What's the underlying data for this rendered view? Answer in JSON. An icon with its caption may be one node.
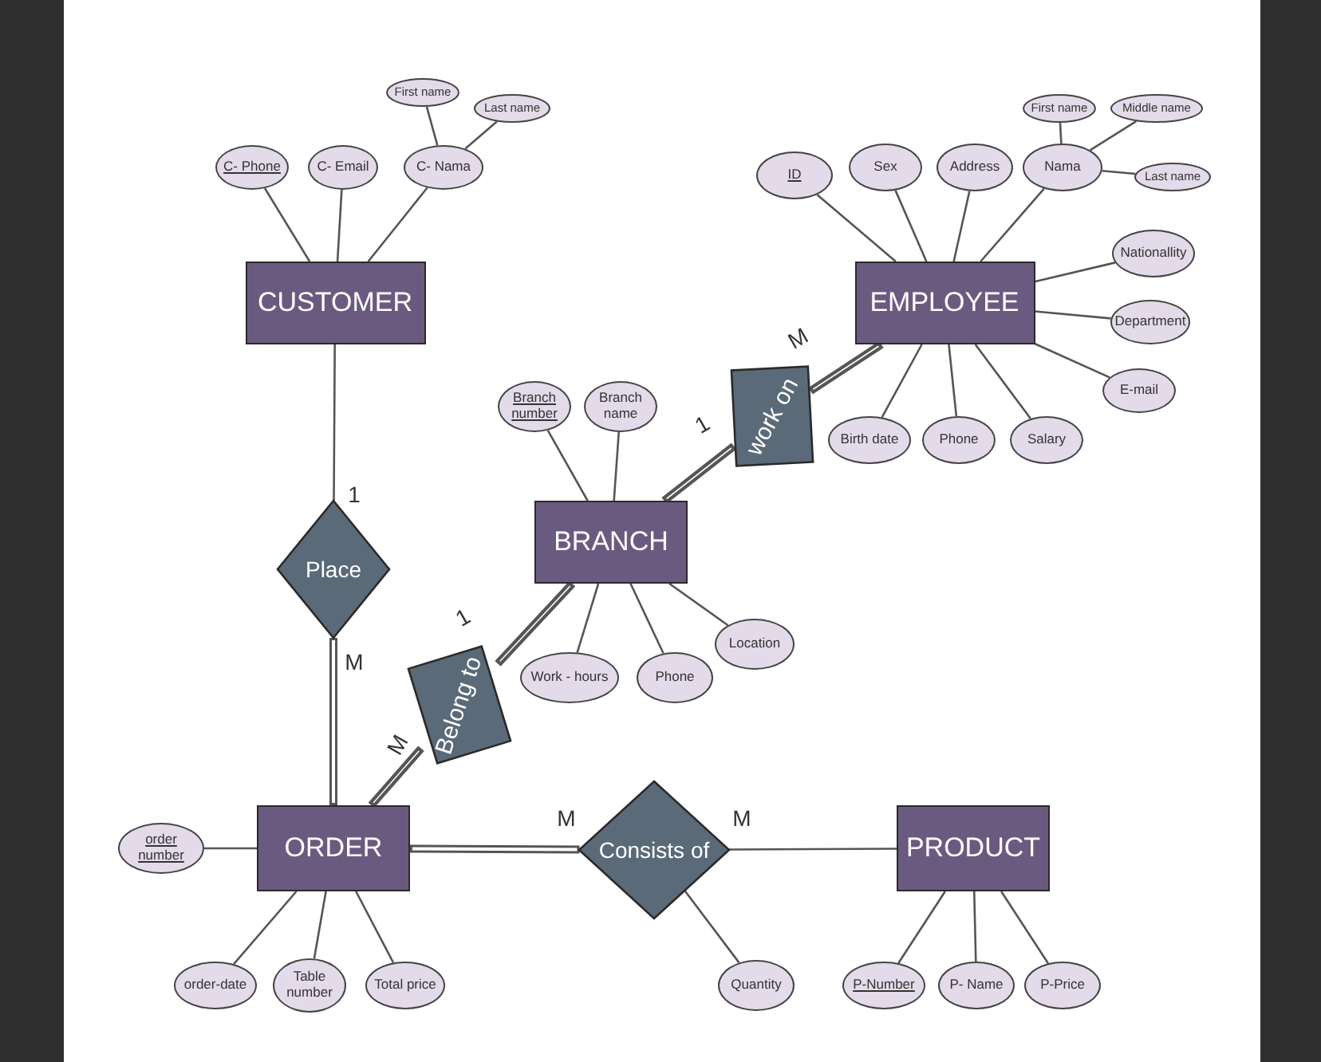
{
  "diagram": {
    "nodes": [
      {
        "text": [
          "CUSTOMER"
        ]
      },
      {
        "text": [
          "C- Phone"
        ]
      },
      {
        "text": [
          "C- Email"
        ]
      },
      {
        "text": [
          "C- Nama"
        ]
      },
      {
        "text": [
          "First name"
        ]
      },
      {
        "text": [
          "Last name"
        ]
      },
      {
        "text": [
          "EMPLOYEE"
        ]
      },
      {
        "text": [
          "ID"
        ]
      },
      {
        "text": [
          "Sex"
        ]
      },
      {
        "text": [
          "Address"
        ]
      },
      {
        "text": [
          "Nama"
        ]
      },
      {
        "text": [
          "First name"
        ]
      },
      {
        "text": [
          "Middle name"
        ]
      },
      {
        "text": [
          "Last name"
        ]
      },
      {
        "text": [
          "Nationallity"
        ]
      },
      {
        "text": [
          "Department"
        ]
      },
      {
        "text": [
          "E-mail"
        ]
      },
      {
        "text": [
          "Birth date"
        ]
      },
      {
        "text": [
          "Phone"
        ]
      },
      {
        "text": [
          "Salary"
        ]
      },
      {
        "text": [
          "work on"
        ]
      },
      {
        "text": [
          "BRANCH"
        ]
      },
      {
        "text": [
          "Branch number"
        ]
      },
      {
        "text": [
          "Branch name"
        ]
      },
      {
        "text": [
          "Work - hours"
        ]
      },
      {
        "text": [
          "Phone"
        ]
      },
      {
        "text": [
          "Location"
        ]
      },
      {
        "text": [
          "Place"
        ]
      },
      {
        "text": [
          "Belong to"
        ]
      },
      {
        "text": [
          "ORDER"
        ]
      },
      {
        "text": [
          "order number"
        ]
      },
      {
        "text": [
          "order-date"
        ]
      },
      {
        "text": [
          "Table number"
        ]
      },
      {
        "text": [
          "Total price"
        ]
      },
      {
        "text": [
          "Consists of"
        ]
      },
      {
        "text": [
          "PRODUCT"
        ]
      },
      {
        "text": [
          "Quantity"
        ]
      },
      {
        "text": [
          "P-Number"
        ]
      },
      {
        "text": [
          "P- Name"
        ]
      },
      {
        "text": [
          "P-Price"
        ]
      }
    ],
    "edges": [
      {
        "from": 1,
        "to": 0,
        "arrow": "none"
      },
      {
        "from": 2,
        "to": 0,
        "arrow": "none"
      },
      {
        "from": 3,
        "to": 0,
        "arrow": "none"
      },
      {
        "from": 4,
        "to": 3,
        "arrow": "none"
      },
      {
        "from": 5,
        "to": 3,
        "arrow": "none"
      },
      {
        "from": 7,
        "to": 6,
        "arrow": "none"
      },
      {
        "from": 8,
        "to": 6,
        "arrow": "none"
      },
      {
        "from": 9,
        "to": 6,
        "arrow": "none"
      },
      {
        "from": 10,
        "to": 6,
        "arrow": "none"
      },
      {
        "from": 11,
        "to": 10,
        "arrow": "none"
      },
      {
        "from": 12,
        "to": 10,
        "arrow": "none"
      },
      {
        "from": 13,
        "to": 10,
        "arrow": "none"
      },
      {
        "from": 14,
        "to": 6,
        "arrow": "none"
      },
      {
        "from": 15,
        "to": 6,
        "arrow": "none"
      },
      {
        "from": 16,
        "to": 6,
        "arrow": "none"
      },
      {
        "from": 17,
        "to": 6,
        "arrow": "none"
      },
      {
        "from": 18,
        "to": 6,
        "arrow": "none"
      },
      {
        "from": 19,
        "to": 6,
        "arrow": "none"
      },
      {
        "from": 21,
        "to": 20,
        "arrow": "none",
        "style": "thick"
      },
      {
        "from": 20,
        "to": 6,
        "arrow": "none",
        "style": "thick"
      },
      {
        "from": 22,
        "to": 21,
        "arrow": "none"
      },
      {
        "from": 23,
        "to": 21,
        "arrow": "none"
      },
      {
        "from": 24,
        "to": 21,
        "arrow": "none"
      },
      {
        "from": 25,
        "to": 21,
        "arrow": "none"
      },
      {
        "from": 26,
        "to": 21,
        "arrow": "none"
      },
      {
        "from": 0,
        "to": 27,
        "arrow": "none"
      },
      {
        "from": 27,
        "to": 29,
        "arrow": "none",
        "style": "thick"
      },
      {
        "from": 29,
        "to": 28,
        "arrow": "none",
        "style": "thick"
      },
      {
        "from": 28,
        "to": 21,
        "arrow": "none",
        "style": "thick"
      },
      {
        "from": 30,
        "to": 29,
        "arrow": "none"
      },
      {
        "from": 31,
        "to": 29,
        "arrow": "none"
      },
      {
        "from": 32,
        "to": 29,
        "arrow": "none"
      },
      {
        "from": 33,
        "to": 29,
        "arrow": "none"
      },
      {
        "from": 29,
        "to": 34,
        "arrow": "none",
        "style": "thick"
      },
      {
        "from": 34,
        "to": 35,
        "arrow": "none"
      },
      {
        "from": 36,
        "to": 34,
        "arrow": "none"
      },
      {
        "from": 37,
        "to": 35,
        "arrow": "none"
      },
      {
        "from": 38,
        "to": 35,
        "arrow": "none"
      },
      {
        "from": 39,
        "to": 35,
        "arrow": "none"
      }
    ],
    "labels": [
      "1",
      "M",
      "1",
      "M",
      "1",
      "M",
      "M",
      "M"
    ]
  }
}
